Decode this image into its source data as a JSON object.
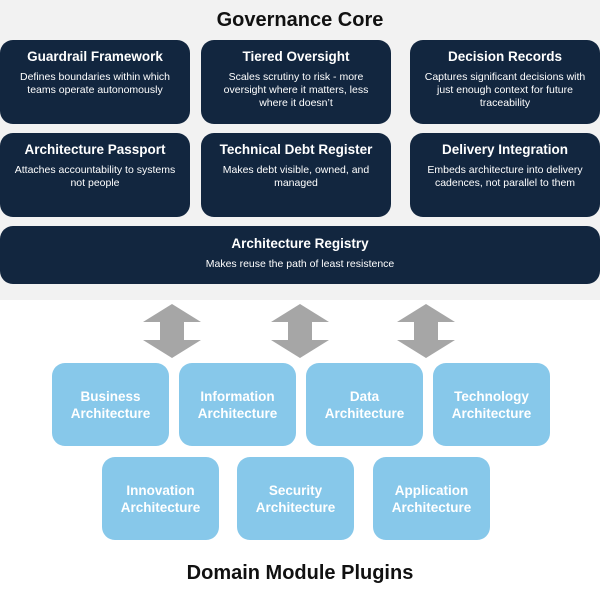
{
  "core": {
    "title": "Governance Core",
    "cards": [
      {
        "title": "Guardrail Framework",
        "desc": "Defines boundaries within which teams operate autonomously"
      },
      {
        "title": "Tiered Oversight",
        "desc": "Scales scrutiny to risk - more oversight where it matters, less where it doesn’t"
      },
      {
        "title": "Decision Records",
        "desc": "Captures significant decisions with just enough context for future traceability"
      },
      {
        "title": "Architecture Passport",
        "desc": "Attaches accountability to systems not people"
      },
      {
        "title": "Technical Debt Register",
        "desc": "Makes debt visible, owned, and managed"
      },
      {
        "title": "Delivery Integration",
        "desc": "Embeds architecture into delivery cadences, not parallel to them"
      }
    ],
    "registry": {
      "title": "Architecture Registry",
      "desc": "Makes reuse the path of least resistence"
    }
  },
  "plugins": {
    "title": "Domain Module Plugins",
    "modules": [
      {
        "line1": "Business",
        "line2": "Architecture"
      },
      {
        "line1": "Information",
        "line2": "Architecture"
      },
      {
        "line1": "Data",
        "line2": "Architecture"
      },
      {
        "line1": "Technology",
        "line2": "Architecture"
      },
      {
        "line1": "Innovation",
        "line2": "Architecture"
      },
      {
        "line1": "Security",
        "line2": "Architecture"
      },
      {
        "line1": "Application",
        "line2": "Architecture"
      }
    ]
  },
  "colors": {
    "core_card": "#12263f",
    "domain_card": "#87c8ea",
    "arrow": "#a6a6a6",
    "core_background": "#f2f2f2"
  }
}
